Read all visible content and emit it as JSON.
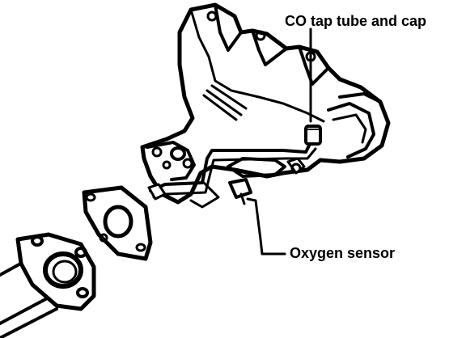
{
  "labels": {
    "co_tap": "CO tap tube and cap",
    "oxygen_sensor": "Oxygen sensor"
  },
  "colors": {
    "ink": "#000000",
    "paper": "#ffffff"
  },
  "parts": {
    "manifold": "exhaust-manifold",
    "gasket": "manifold-gasket",
    "flange": "exhaust-pipe-flange",
    "co_tube": "co-tap-tube-and-cap",
    "sensor": "oxygen-sensor"
  }
}
